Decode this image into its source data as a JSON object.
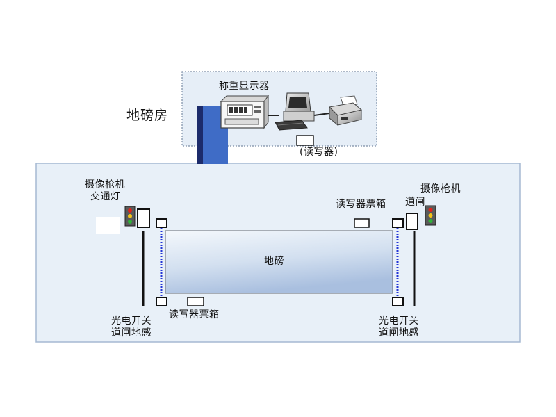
{
  "weighbridge_room": {
    "title": "地磅房",
    "display_label": "称重显示器",
    "reader_label": "(读写器)"
  },
  "site": {
    "left_camera_label": "摄像枪机",
    "left_traffic_light_label": "交通灯",
    "right_camera_label": "摄像枪机",
    "right_gate_label": "道闸",
    "top_reader_box_label": "读写器票箱",
    "bottom_reader_box_label": "读写器票箱",
    "scale_label": "地磅",
    "left_photo_switch_label": "光电开关",
    "left_ground_sensor_label": "道闸地感",
    "right_photo_switch_label": "光电开关",
    "right_ground_sensor_label": "道闸地感"
  },
  "icons": [
    "weighing-display-icon",
    "computer-icon",
    "printer-icon",
    "card-reader-icon",
    "traffic-light-icon",
    "camera-icon",
    "barrier-gate-icon",
    "photoelectric-sensor-icon"
  ],
  "colors": {
    "room_fill": "#e6eef7",
    "site_fill": "#e8f0f8",
    "conduit_blue": "#3f6cc6",
    "conduit_dark": "#1c2b6b",
    "light_curtain_blue": "#2336d6",
    "traffic_red": "#e0231b",
    "traffic_yellow": "#f2c318",
    "traffic_green": "#2fb43a"
  }
}
